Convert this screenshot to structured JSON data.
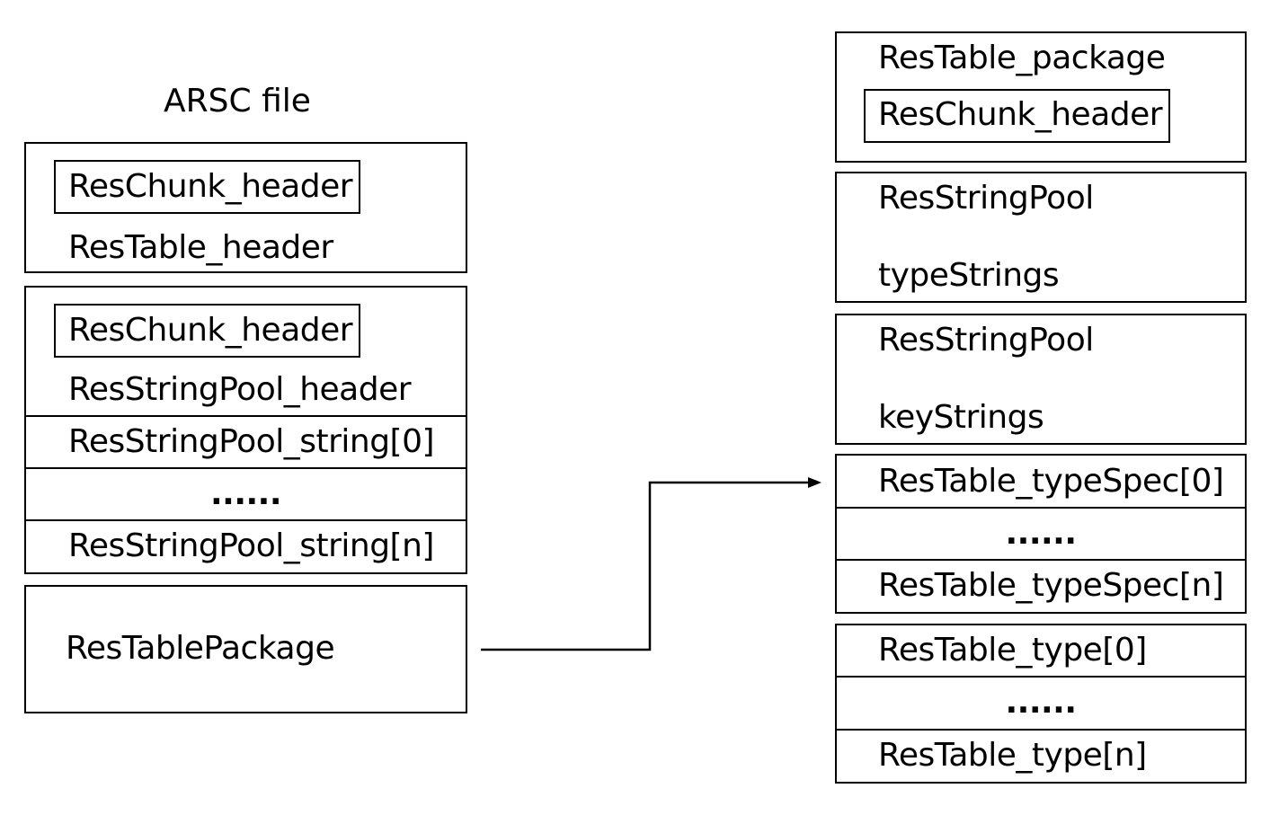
{
  "left": {
    "title": "ARSC file",
    "table_header": {
      "chunk_header": "ResChunk_header",
      "label": "ResTable_header"
    },
    "string_pool": {
      "chunk_header": "ResChunk_header",
      "label": "ResStringPool_header",
      "string_first": "ResStringPool_string[0]",
      "ellipsis": "......",
      "string_last": "ResStringPool_string[n]"
    },
    "package": {
      "label": "ResTablePackage"
    }
  },
  "right": {
    "package_header": {
      "label": "ResTable_package",
      "chunk_header": "ResChunk_header"
    },
    "type_strings": {
      "label": "ResStringPool",
      "sub": "typeStrings"
    },
    "key_strings": {
      "label": "ResStringPool",
      "sub": "keyStrings"
    },
    "type_spec": {
      "first": "ResTable_typeSpec[0]",
      "ellipsis": "......",
      "last": "ResTable_typeSpec[n]"
    },
    "types": {
      "first": "ResTable_type[0]",
      "ellipsis": "......",
      "last": "ResTable_type[n]"
    }
  }
}
